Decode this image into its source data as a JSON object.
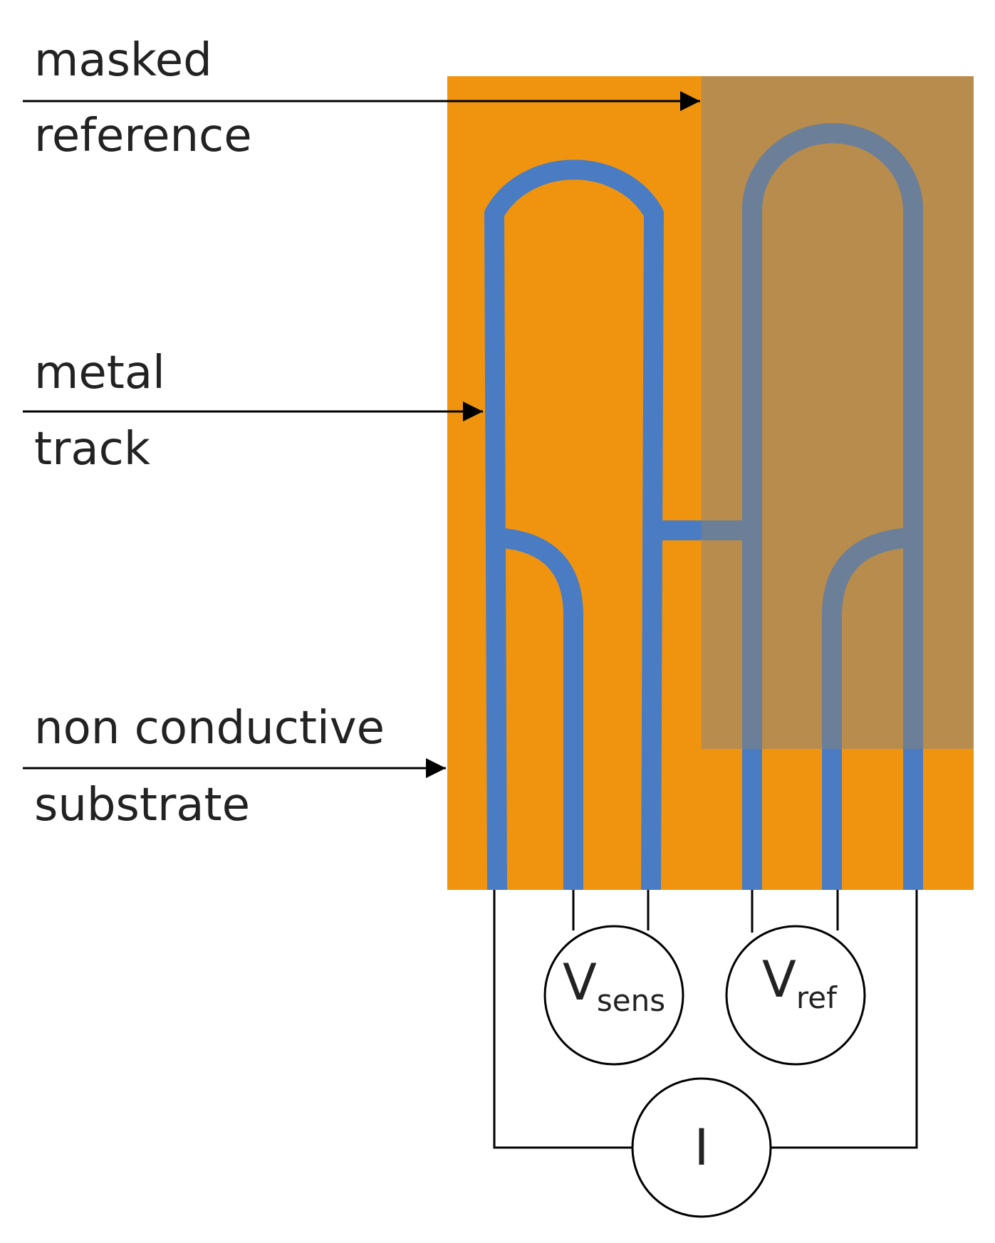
{
  "colors": {
    "substrate": "#F09410",
    "mask": "#B88C4C",
    "track": "#4A7CC4",
    "track_masked": "#6C7F98",
    "wire": "#000000",
    "text": "#222222",
    "background": "#FFFFFF"
  },
  "labels": {
    "masked_reference": {
      "line1": "masked",
      "line2": "reference"
    },
    "metal_track": {
      "line1": "metal",
      "line2": "track"
    },
    "substrate": {
      "line1": "non conductive",
      "line2": "substrate"
    }
  },
  "meters": {
    "v_sens": {
      "main": "V",
      "sub": "sens"
    },
    "v_ref": {
      "main": "V",
      "sub": "ref"
    },
    "current": {
      "main": "I"
    }
  }
}
